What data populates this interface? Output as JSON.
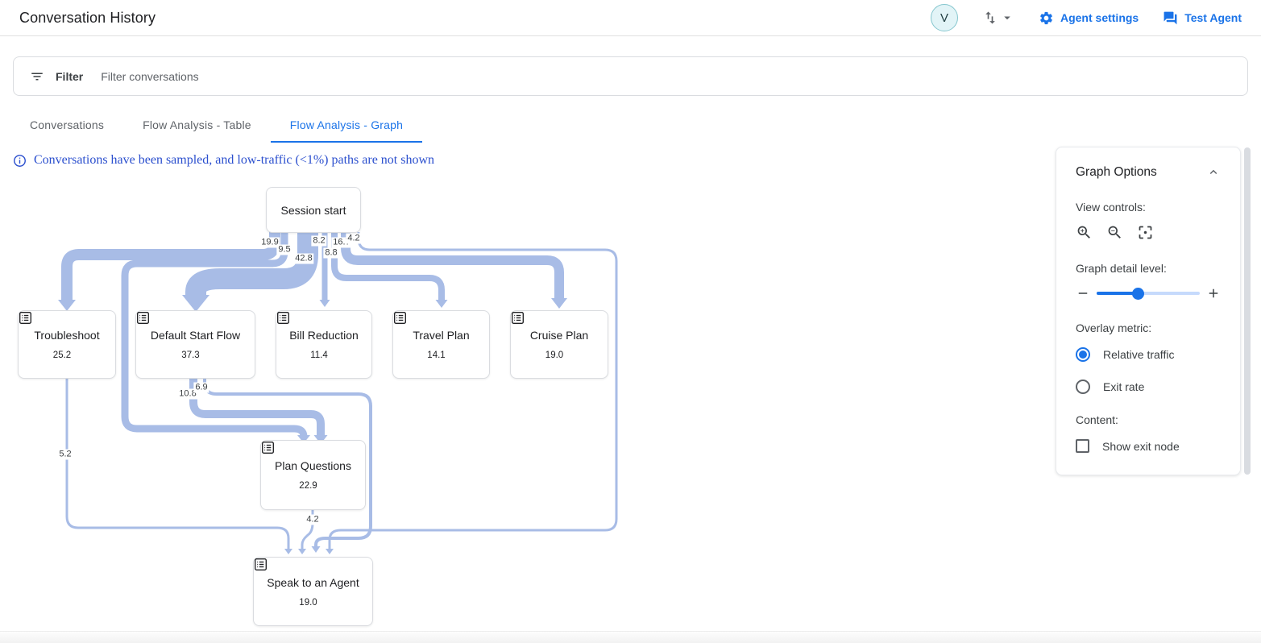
{
  "header": {
    "title": "Conversation History",
    "avatar_letter": "V",
    "agent_settings_label": "Agent settings",
    "test_agent_label": "Test Agent"
  },
  "filter_bar": {
    "label": "Filter",
    "placeholder": "Filter conversations"
  },
  "tabs": [
    {
      "label": "Conversations",
      "active": false
    },
    {
      "label": "Flow Analysis - Table",
      "active": false
    },
    {
      "label": "Flow Analysis - Graph",
      "active": true
    }
  ],
  "notice": {
    "text": "Conversations have been sampled, and low-traffic (<1%) paths are not shown"
  },
  "graph_options": {
    "title": "Graph Options",
    "view_controls_label": "View controls:",
    "detail_level_label": "Graph detail level:",
    "detail_level_percent": 40,
    "overlay_metric_label": "Overlay metric:",
    "options": [
      {
        "label": "Relative traffic",
        "selected": true
      },
      {
        "label": "Exit rate",
        "selected": false
      }
    ],
    "content_label": "Content:",
    "show_exit_node_label": "Show exit node",
    "show_exit_node_checked": false
  },
  "flow_graph": {
    "type": "flow-diagram",
    "nodes": [
      {
        "id": "session_start",
        "label": "Session start",
        "value": ""
      },
      {
        "id": "troubleshoot",
        "label": "Troubleshoot",
        "value": "25.2"
      },
      {
        "id": "default_start_flow",
        "label": "Default Start Flow",
        "value": "37.3"
      },
      {
        "id": "bill_reduction",
        "label": "Bill Reduction",
        "value": "11.4"
      },
      {
        "id": "travel_plan",
        "label": "Travel Plan",
        "value": "14.1"
      },
      {
        "id": "cruise_plan",
        "label": "Cruise Plan",
        "value": "19.0"
      },
      {
        "id": "plan_questions",
        "label": "Plan Questions",
        "value": "22.9"
      },
      {
        "id": "speak_to_agent",
        "label": "Speak to an Agent",
        "value": "19.0"
      }
    ],
    "edges": [
      {
        "from": "session_start",
        "to": "troubleshoot",
        "value": "19.9"
      },
      {
        "from": "session_start",
        "to": "plan_questions",
        "value": "9.5"
      },
      {
        "from": "session_start",
        "to": "default_start_flow",
        "value": "42.8"
      },
      {
        "from": "session_start",
        "to": "bill_reduction",
        "value": "8.2"
      },
      {
        "from": "session_start",
        "to": "travel_plan",
        "value": "8.8"
      },
      {
        "from": "session_start",
        "to": "cruise_plan",
        "value": "16.7"
      },
      {
        "from": "session_start",
        "to": "speak_to_agent",
        "value": "4.2"
      },
      {
        "from": "troubleshoot",
        "to": "speak_to_agent",
        "value": "5.2"
      },
      {
        "from": "default_start_flow",
        "to": "plan_questions",
        "value": "10.8"
      },
      {
        "from": "default_start_flow",
        "to": "speak_to_agent",
        "value": "6.9"
      },
      {
        "from": "plan_questions",
        "to": "speak_to_agent",
        "value": "4.2"
      }
    ]
  },
  "colors": {
    "accent_blue": "#1a73e8",
    "edge": "#a8bce6",
    "notice_blue": "#2b4fce"
  }
}
